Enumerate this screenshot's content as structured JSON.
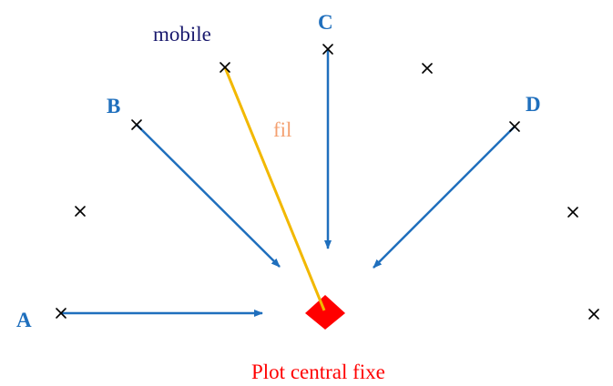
{
  "labels": {
    "a": "A",
    "b": "B",
    "c": "C",
    "d": "D",
    "mobile": "mobile",
    "fil": "fil",
    "plot": "Plot central fixe"
  },
  "colors": {
    "arrow": "#1f6fbd",
    "letter": "#1f6fbd",
    "mobile": "#1a1a6e",
    "fil_line": "#f2b800",
    "fil_text": "#f4a070",
    "plot": "#ff0000",
    "cross": "#000000"
  }
}
